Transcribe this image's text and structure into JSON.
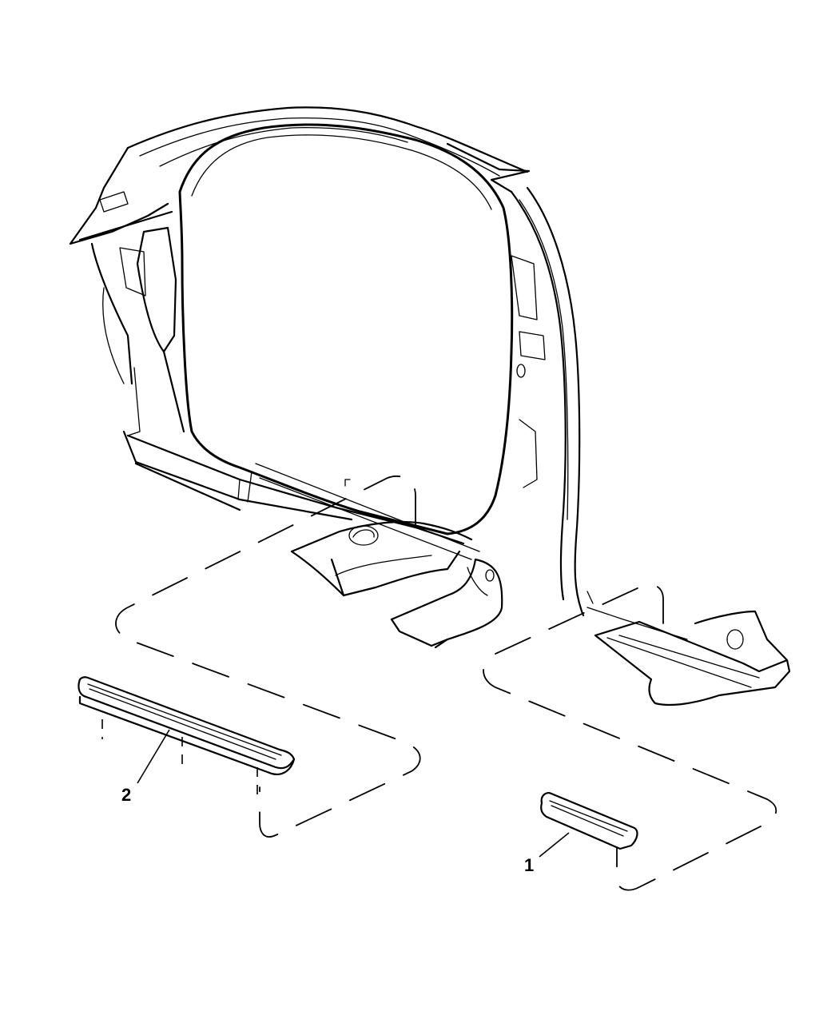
{
  "diagram": {
    "type": "exploded-parts-view",
    "subject": "body side aperture / door opening with sill scuff plates",
    "line_color": "#000000",
    "background_color": "#ffffff",
    "callouts": [
      {
        "id": "1",
        "label": "1",
        "part": "front/rear short sill scuff plate"
      },
      {
        "id": "2",
        "label": "2",
        "part": "long sill scuff plate"
      }
    ]
  }
}
